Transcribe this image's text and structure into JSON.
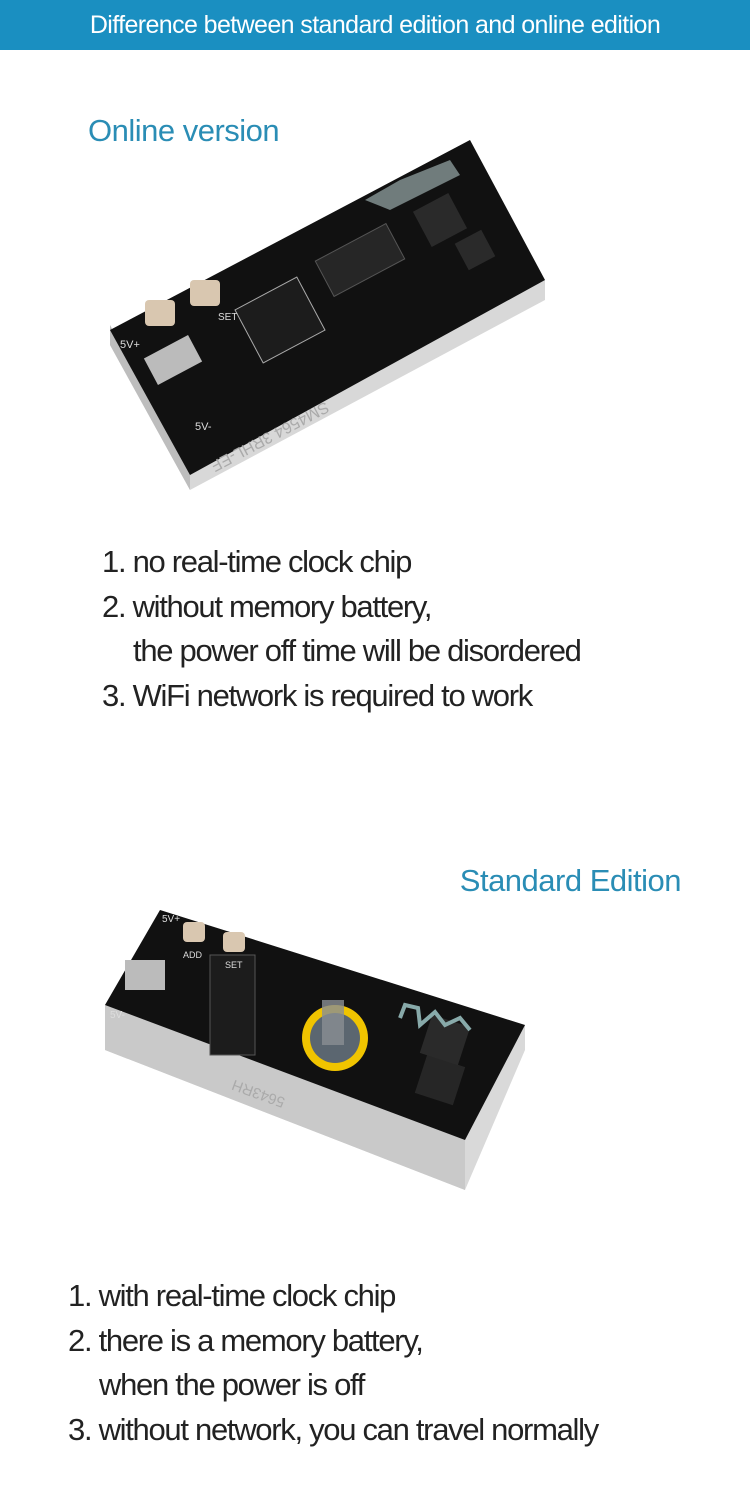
{
  "banner": {
    "title": "Difference between standard edition and online edition",
    "color": "#1a8fc1"
  },
  "online": {
    "heading": "Online version",
    "board_labels": {
      "silk": "SM4564 3RHL-EF",
      "v_plus": "5V+",
      "v_minus": "5V-",
      "set": "SET"
    },
    "features": [
      "1. no real-time clock chip",
      "2. without memory battery,",
      "the power off time will be disordered",
      "3. WiFi network is required to work"
    ]
  },
  "standard": {
    "heading": "Standard Edition",
    "board_labels": {
      "silk": "5643RH",
      "v_plus": "5V+",
      "v_minus": "5V-",
      "add": "ADD",
      "set": "SET"
    },
    "features": [
      "1. with real-time clock chip",
      "2. there is a memory battery,",
      "when the power is off",
      "3. without network, you can travel normally"
    ]
  },
  "colors": {
    "heading": "#2a8db5",
    "text": "#222222",
    "pcb": "#111111",
    "battery": "#f0c400"
  }
}
